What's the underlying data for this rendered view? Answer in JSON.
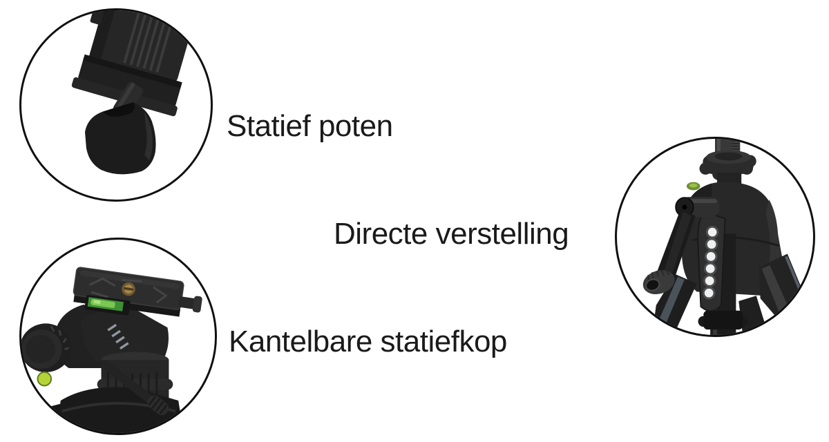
{
  "page": {
    "type": "product-feature-infographic",
    "language": "nl",
    "background": "#ffffff"
  },
  "colors": {
    "text": "#1a1a1a",
    "circle_outline": "#101010",
    "plastic_dark": "#242424",
    "level_green": "#7cc653",
    "bubble_green": "#b5d437",
    "screw_brass": "#a5854a"
  },
  "callouts": [
    {
      "photo": "tripod-rubber-foot",
      "label": "Statief poten"
    },
    {
      "photo": "center-column-crank",
      "label": "Directe verstelling"
    },
    {
      "photo": "pan-tilt-head",
      "label": "Kantelbare statiefkop"
    }
  ]
}
